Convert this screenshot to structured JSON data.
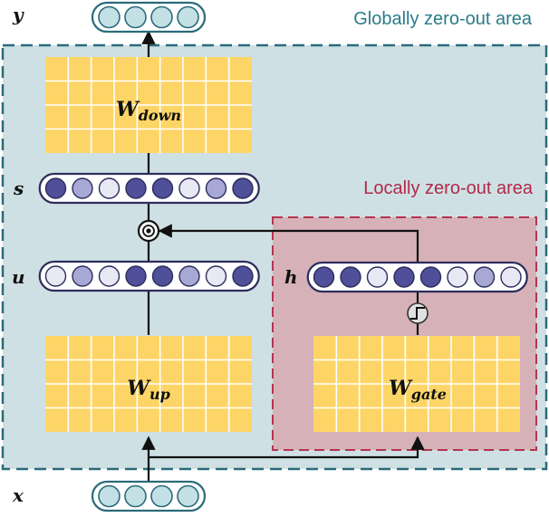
{
  "labels": {
    "global_area": "Globally zero-out area",
    "local_area": "Locally zero-out area",
    "y": "y",
    "s": "s",
    "u": "u",
    "h": "h",
    "x": "x"
  },
  "matrices": {
    "down": {
      "main": "W",
      "sub": "down"
    },
    "up": {
      "main": "W",
      "sub": "up"
    },
    "gate": {
      "main": "W",
      "sub": "gate"
    }
  },
  "colors": {
    "global_border": "#2a6b7a",
    "global_fill": "#cfe0e4",
    "global_text": "#2a7b8a",
    "local_border": "#b4344f",
    "local_fill": "#d6b2b8",
    "local_text": "#b02a4a",
    "matrix_fill": "#fdd567",
    "matrix_grid": "#ffffff",
    "io_fill": "#c3e0e4",
    "io_border": "#2a6b7a",
    "vec_border": "#2d2d5c",
    "neuron_dark": "#4f4f9a",
    "neuron_mid": "#a8a8d6",
    "neuron_light": "#e9e9f6"
  },
  "vectors": {
    "y_count": 4,
    "x_count": 4,
    "s": [
      1,
      0.5,
      0,
      1,
      1,
      0,
      0.5,
      1
    ],
    "u": [
      0,
      0.5,
      0,
      1,
      1,
      0.5,
      0,
      1
    ],
    "h": [
      1,
      1,
      0,
      1,
      1,
      0,
      0.5,
      0
    ]
  },
  "icons": {
    "multiply": "elementwise-product-icon",
    "activation": "step-activation-icon"
  }
}
